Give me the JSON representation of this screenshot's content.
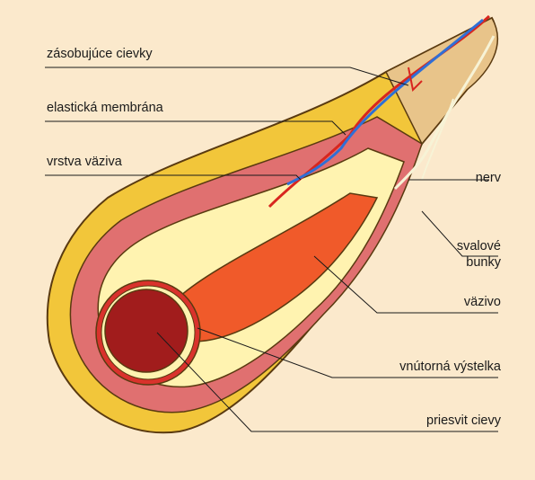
{
  "colors": {
    "background": "#fbe9cc",
    "adventitia": "#f2c63a",
    "muscle": "#e07070",
    "elastic": "#fff3b0",
    "intima": "#d9322c",
    "lumen": "#a11c1c",
    "artery": "#d8261f",
    "vein": "#2f6fd6",
    "nerve": "#f7f3d6",
    "tissue_core": "#f05a2a"
  },
  "labels": {
    "supply_vessels": "zásobujúce cievky",
    "elastic_membrane": "elastická membrána",
    "connective_layer": "vrstva väziva",
    "nerve": "nerv",
    "muscle_cells_line1": "svalové",
    "muscle_cells_line2": "bunky",
    "connective_tissue": "väzivo",
    "inner_lining": "vnútorná výstelka",
    "lumen": "priesvit cievy"
  }
}
